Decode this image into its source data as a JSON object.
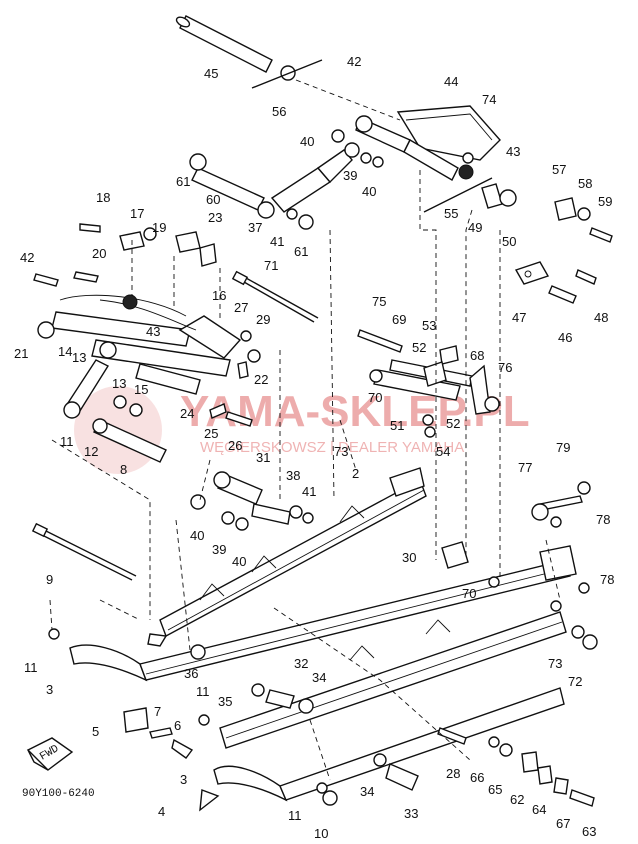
{
  "diagram": {
    "reference_code": "90Y100-6240",
    "direction_label": "FWD",
    "watermark": {
      "title": "YAMA-SKLEP.PL",
      "subtitle": "WĘGIERSKOWSZ | DEALER YAMAHA"
    },
    "part_numbers": [
      "45",
      "56",
      "42",
      "44",
      "74",
      "40",
      "39",
      "40",
      "43",
      "61",
      "60",
      "37",
      "41",
      "61",
      "55",
      "49",
      "50",
      "57",
      "58",
      "59",
      "18",
      "17",
      "19",
      "23",
      "42",
      "20",
      "71",
      "16",
      "27",
      "29",
      "43",
      "21",
      "14",
      "13",
      "22",
      "75",
      "69",
      "53",
      "52",
      "68",
      "76",
      "47",
      "46",
      "48",
      "13",
      "15",
      "11",
      "12",
      "24",
      "25",
      "26",
      "70",
      "51",
      "52",
      "54",
      "8",
      "31",
      "38",
      "41",
      "73",
      "2",
      "79",
      "77",
      "78",
      "40",
      "39",
      "40",
      "9",
      "30",
      "70",
      "78",
      "11",
      "3",
      "73",
      "72",
      "36",
      "32",
      "34",
      "11",
      "35",
      "5",
      "7",
      "6",
      "FWD",
      "28",
      "66",
      "65",
      "62",
      "64",
      "3",
      "34",
      "33",
      "4",
      "11",
      "10",
      "67",
      "63"
    ]
  }
}
